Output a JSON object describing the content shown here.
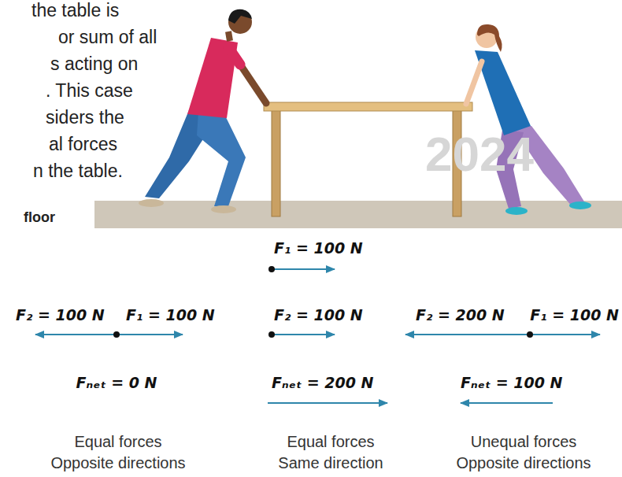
{
  "diagram": {
    "labels": [
      "the table is",
      "or sum of all",
      "s acting on",
      ". This case",
      "siders the",
      "al forces",
      "n the table.",
      "floor",
      "F₁ = 100 N",
      "F₂ = 100 N",
      "F₁ = 100 N",
      "F₂ = 100 N",
      "F₂ = 200 N",
      "F₁ = 100 N",
      "Fₙₑₜ = 0 N",
      "Fₙₑₜ = 200 N",
      "Fₙₑₜ = 100 N",
      "Equal forces",
      "Opposite directions",
      "Equal forces",
      "Same direction",
      "Unequal forces",
      "Opposite directions",
      "2024"
    ]
  }
}
